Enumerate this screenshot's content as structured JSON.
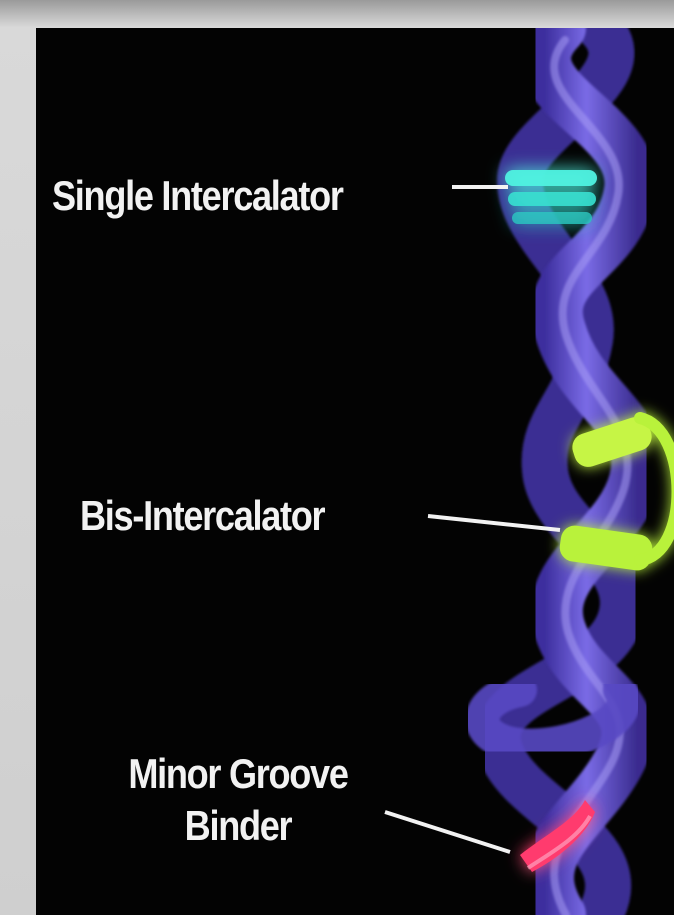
{
  "labels": {
    "single_intercalator": "Single Intercalator",
    "bis_intercalator": "Bis-Intercalator",
    "minor_groove_binder_line1": "Minor Groove",
    "minor_groove_binder_line2": "Binder"
  },
  "colors": {
    "background": "#030303",
    "dna_strand": "#6a5bd6",
    "single_intercalator": "#37e0d0",
    "bis_intercalator": "#b9f23a",
    "minor_groove_binder": "#ff3a6e",
    "label_text": "#f2f2f2"
  }
}
